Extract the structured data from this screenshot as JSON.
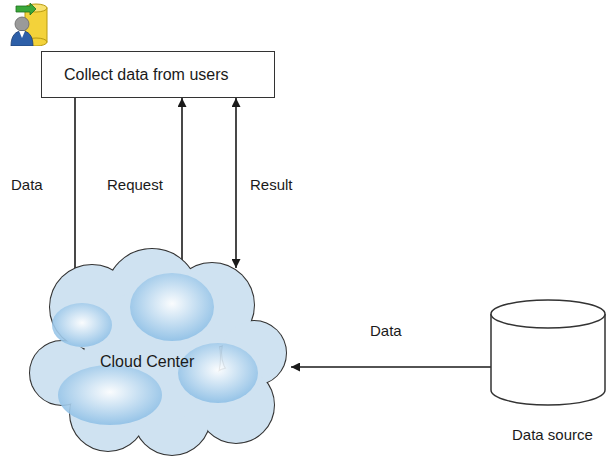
{
  "diagram": {
    "nodes": [
      {
        "text": [
          "Collect data from users"
        ]
      },
      {
        "text": [
          "Cloud Center"
        ]
      },
      {
        "text": [
          "Data source"
        ]
      }
    ],
    "edges": [
      {
        "from": 0,
        "to": 1,
        "label": "Data",
        "arrow": "to"
      },
      {
        "from": 0,
        "to": 1,
        "label": "Request",
        "arrow": "both"
      },
      {
        "from": 0,
        "to": 1,
        "label": "Result",
        "arrow": "both"
      },
      {
        "from": 2,
        "to": 1,
        "label": "Data",
        "arrow": "to"
      }
    ]
  }
}
